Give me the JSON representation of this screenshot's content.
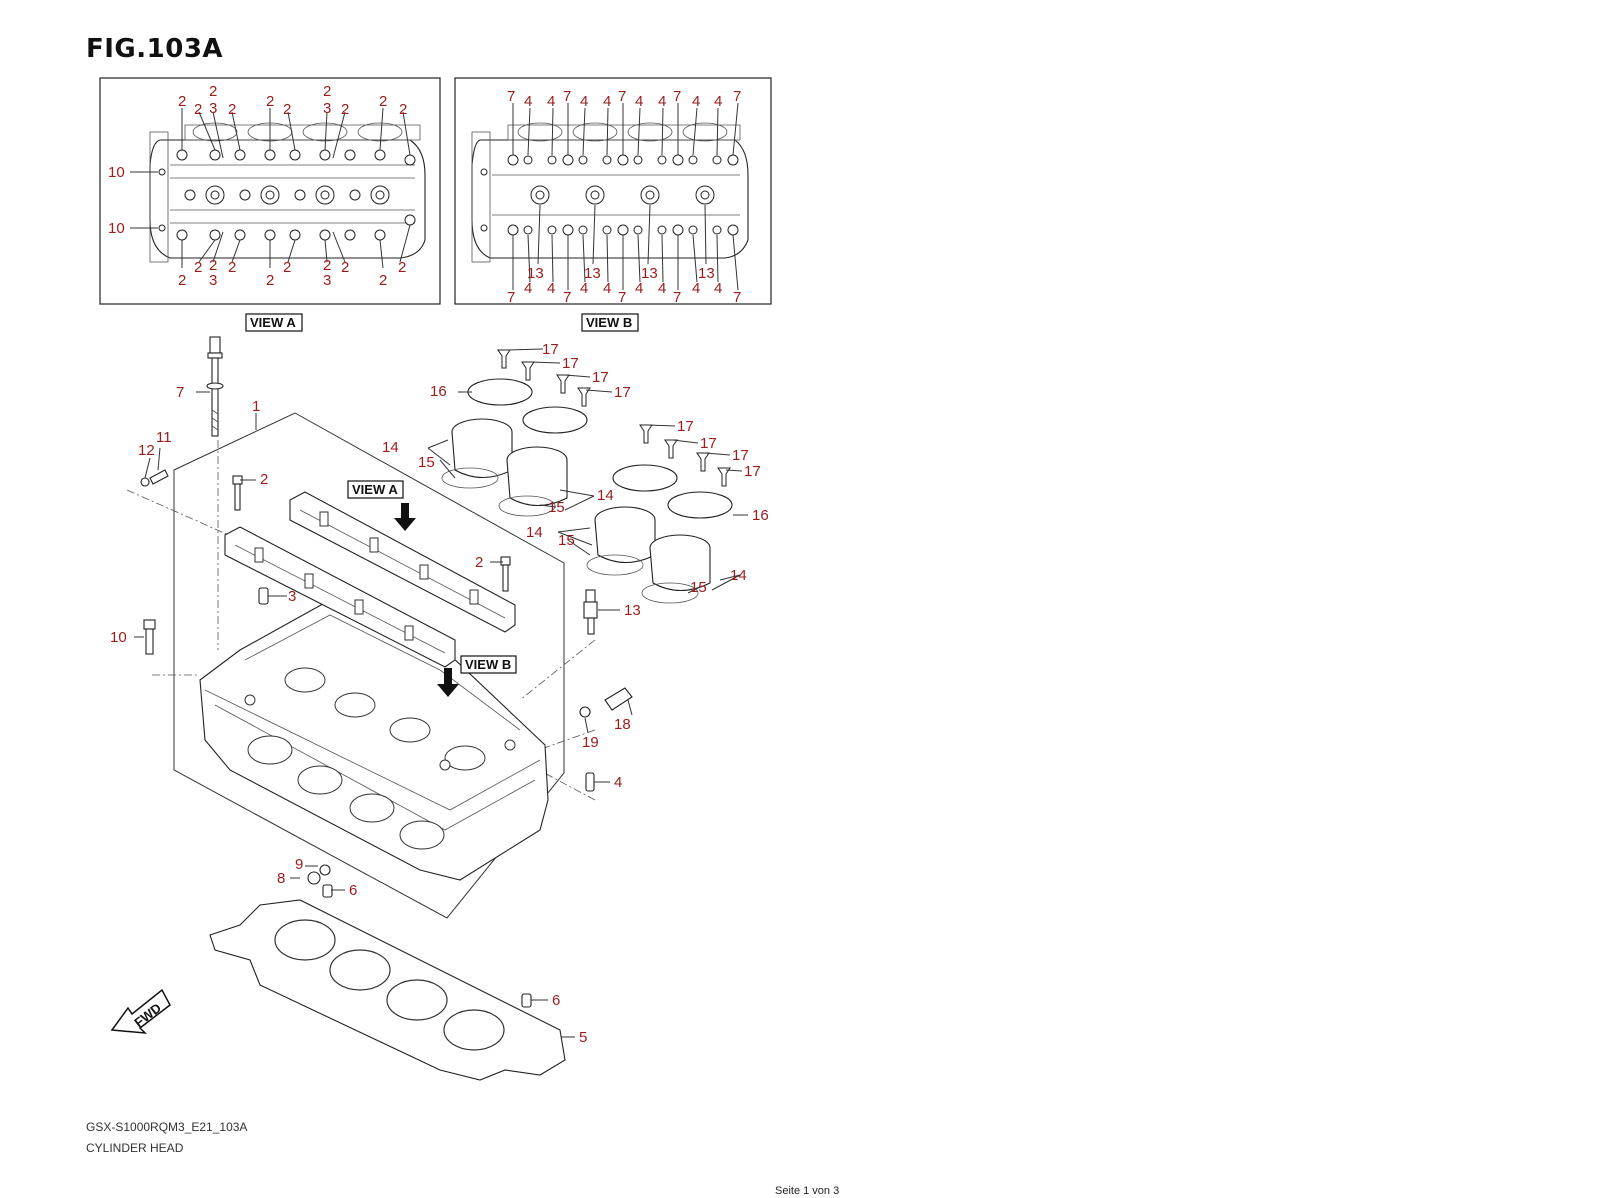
{
  "title": "FIG.103A",
  "views": {
    "view_a": "VIEW A",
    "view_b": "VIEW B",
    "fwd": "FWD"
  },
  "footer": {
    "model_code": "GSX-S1000RQM3_E21_103A",
    "part_name": "CYLINDER HEAD",
    "page": "Seite 1 von 3"
  },
  "view_a_callouts": [
    "2",
    "2",
    "3",
    "2",
    "2",
    "2",
    "2",
    "3",
    "2",
    "2",
    "2",
    "10",
    "10",
    "2",
    "2",
    "2",
    "3",
    "2",
    "2",
    "2",
    "2",
    "3",
    "2",
    "2",
    "2"
  ],
  "view_b_callouts": [
    "7",
    "4",
    "4",
    "7",
    "4",
    "4",
    "7",
    "4",
    "4",
    "7",
    "4",
    "4",
    "7",
    "13",
    "13",
    "13",
    "13",
    "7",
    "4",
    "4",
    "7",
    "4",
    "4",
    "7",
    "4",
    "4",
    "7",
    "4",
    "4",
    "7"
  ],
  "main_callouts": [
    "1",
    "2",
    "2",
    "3",
    "4",
    "5",
    "6",
    "6",
    "7",
    "8",
    "9",
    "10",
    "11",
    "12",
    "13",
    "14",
    "14",
    "14",
    "14",
    "15",
    "15",
    "15",
    "15",
    "16",
    "16",
    "17",
    "17",
    "17",
    "17",
    "17",
    "17",
    "17",
    "17",
    "18",
    "19"
  ],
  "colors": {
    "callout": "#9b1c1c",
    "line": "#222222"
  }
}
